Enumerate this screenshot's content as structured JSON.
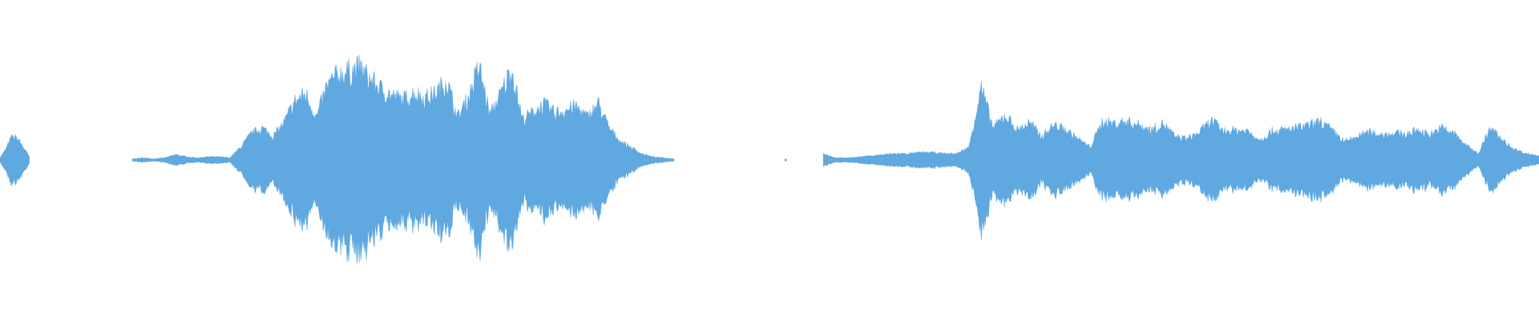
{
  "waveform": {
    "color": "#5fa8e0",
    "background": "#ffffff",
    "segments": [
      {
        "start": 0.0,
        "end": 0.019,
        "envelope": [
          0.02,
          0.1,
          0.22,
          0.2,
          0.12,
          0.03
        ]
      },
      {
        "start": 0.086,
        "end": 0.438,
        "envelope": [
          0.01,
          0.02,
          0.01,
          0.02,
          0.05,
          0.03,
          0.02,
          0.03,
          0.03,
          0.02,
          0.12,
          0.25,
          0.3,
          0.22,
          0.35,
          0.55,
          0.62,
          0.4,
          0.7,
          0.8,
          0.83,
          0.86,
          0.75,
          0.66,
          0.6,
          0.56,
          0.63,
          0.58,
          0.62,
          0.75,
          0.4,
          0.58,
          0.88,
          0.42,
          0.62,
          0.86,
          0.38,
          0.45,
          0.52,
          0.44,
          0.47,
          0.5,
          0.4,
          0.53,
          0.3,
          0.18,
          0.12,
          0.06,
          0.03,
          0.02,
          0.01
        ]
      },
      {
        "start": 0.51,
        "end": 0.511,
        "envelope": [
          0.01,
          0.01
        ]
      },
      {
        "start": 0.535,
        "end": 1.0,
        "envelope": [
          0.06,
          0.02,
          0.02,
          0.03,
          0.04,
          0.05,
          0.06,
          0.06,
          0.07,
          0.07,
          0.06,
          0.06,
          0.12,
          0.68,
          0.3,
          0.42,
          0.28,
          0.35,
          0.22,
          0.33,
          0.28,
          0.2,
          0.12,
          0.36,
          0.34,
          0.36,
          0.33,
          0.28,
          0.34,
          0.22,
          0.2,
          0.26,
          0.37,
          0.27,
          0.28,
          0.27,
          0.19,
          0.27,
          0.28,
          0.3,
          0.32,
          0.36,
          0.27,
          0.17,
          0.22,
          0.26,
          0.24,
          0.25,
          0.24,
          0.28,
          0.24,
          0.3,
          0.25,
          0.14,
          0.06,
          0.3,
          0.18,
          0.1,
          0.06,
          0.04
        ]
      }
    ]
  }
}
